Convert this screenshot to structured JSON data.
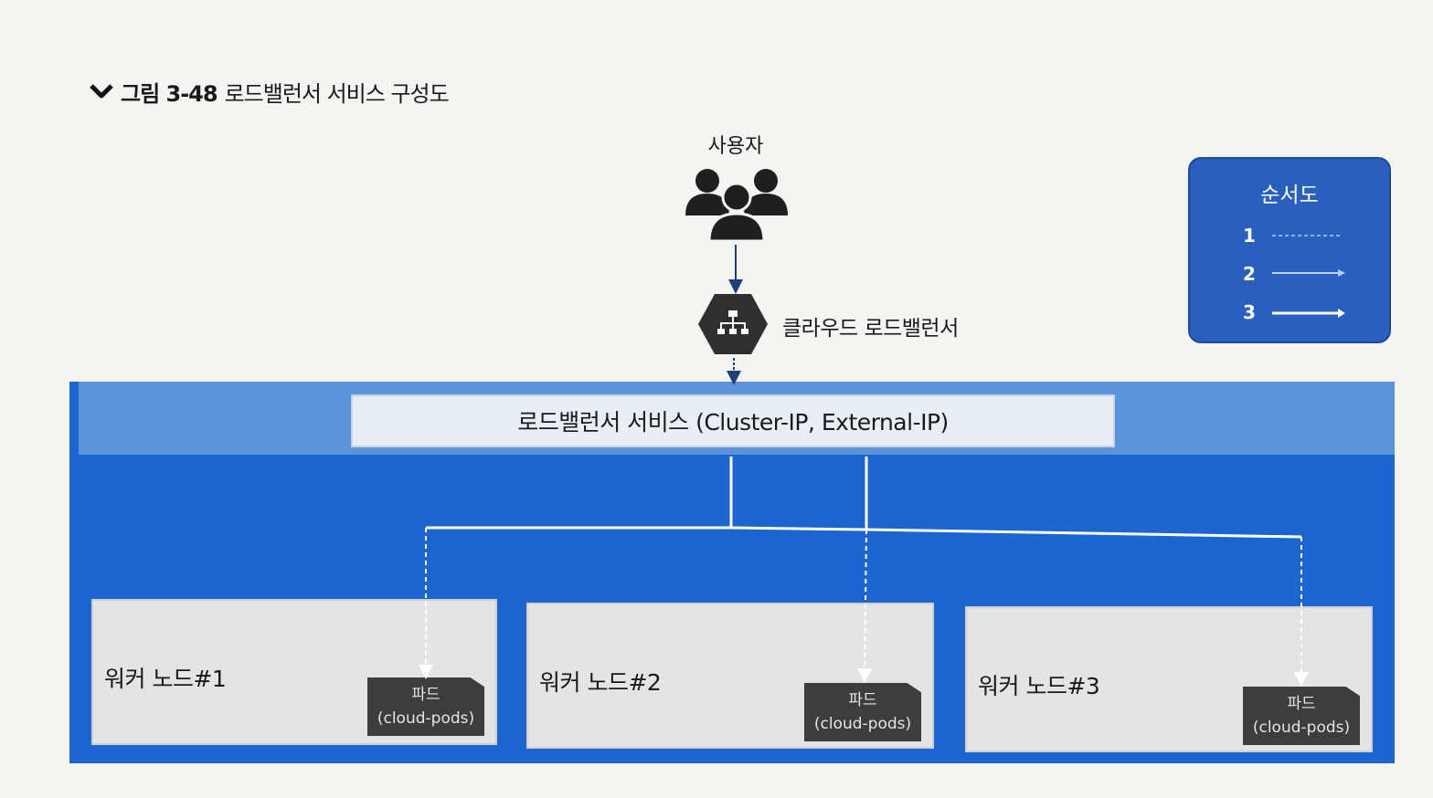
{
  "caption": {
    "figure_number": "그림 3-48",
    "title": "로드밸런서 서비스 구성도"
  },
  "user": {
    "label": "사용자",
    "icon": "users-group-icon"
  },
  "cloud_lb": {
    "label": "클라우드 로드밸런서",
    "icon": "load-balancer-hexagon-icon"
  },
  "legend": {
    "title": "순서도",
    "items": [
      {
        "number": "1",
        "style": "dashed"
      },
      {
        "number": "2",
        "style": "solid"
      },
      {
        "number": "3",
        "style": "solid-thick"
      }
    ]
  },
  "service": {
    "label": "로드밸런서 서비스 (Cluster-IP, External-IP)"
  },
  "nodes": [
    {
      "label": "워커 노드#1",
      "pod_name": "파드",
      "pod_sub": "(cloud-pods)"
    },
    {
      "label": "워커 노드#2",
      "pod_name": "파드",
      "pod_sub": "(cloud-pods)"
    },
    {
      "label": "워커 노드#3",
      "pod_name": "파드",
      "pod_sub": "(cloud-pods)"
    }
  ],
  "colors": {
    "cluster_blue": "#1d66cf",
    "cluster_light": "#5b93da",
    "legend_blue": "#2a5fbe",
    "pod_dark": "#3d3d3d",
    "node_gray": "#e4e4e4"
  }
}
